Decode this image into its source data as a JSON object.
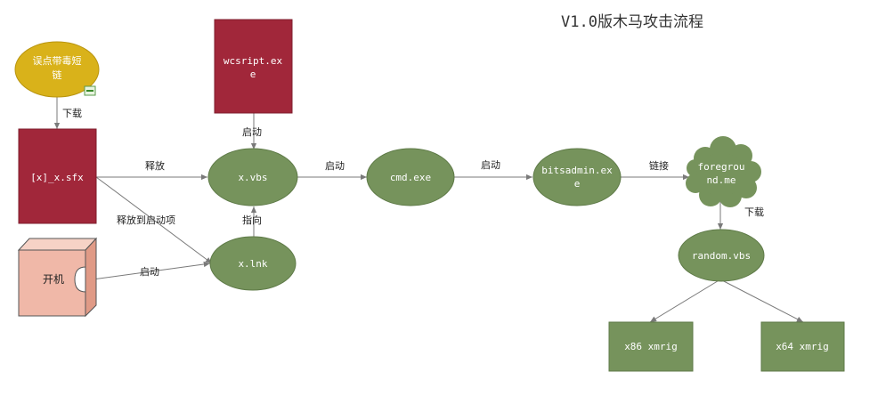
{
  "title": "V1.0版木马攻击流程",
  "nodes": {
    "phishing_link": "误点带毒短链",
    "wcsript": [
      "wcsript.ex",
      "e"
    ],
    "sfx": "[x]_x.sfx",
    "startup": "开机",
    "xvbs": "x.vbs",
    "xlnk": "x.lnk",
    "cmd": "cmd.exe",
    "bitsadmin": [
      "bitsadmin.ex",
      "e"
    ],
    "foreground": [
      "foregrou",
      "nd.me"
    ],
    "random": "random.vbs",
    "x86": "x86 xmrig",
    "x64": "x64 xmrig"
  },
  "edges": {
    "download1": "下载",
    "release": "释放",
    "launch_wcs": "启动",
    "release_startup": "释放到启动项",
    "point_to": "指向",
    "launch_startup": "启动",
    "launch_cmd": "启动",
    "launch_bits": "启动",
    "link": "链接",
    "download2": "下载"
  },
  "colors": {
    "red": "#A1273A",
    "green": "#76935C",
    "yellow": "#D9B21A",
    "startup_fill": "#F0B8A8"
  }
}
